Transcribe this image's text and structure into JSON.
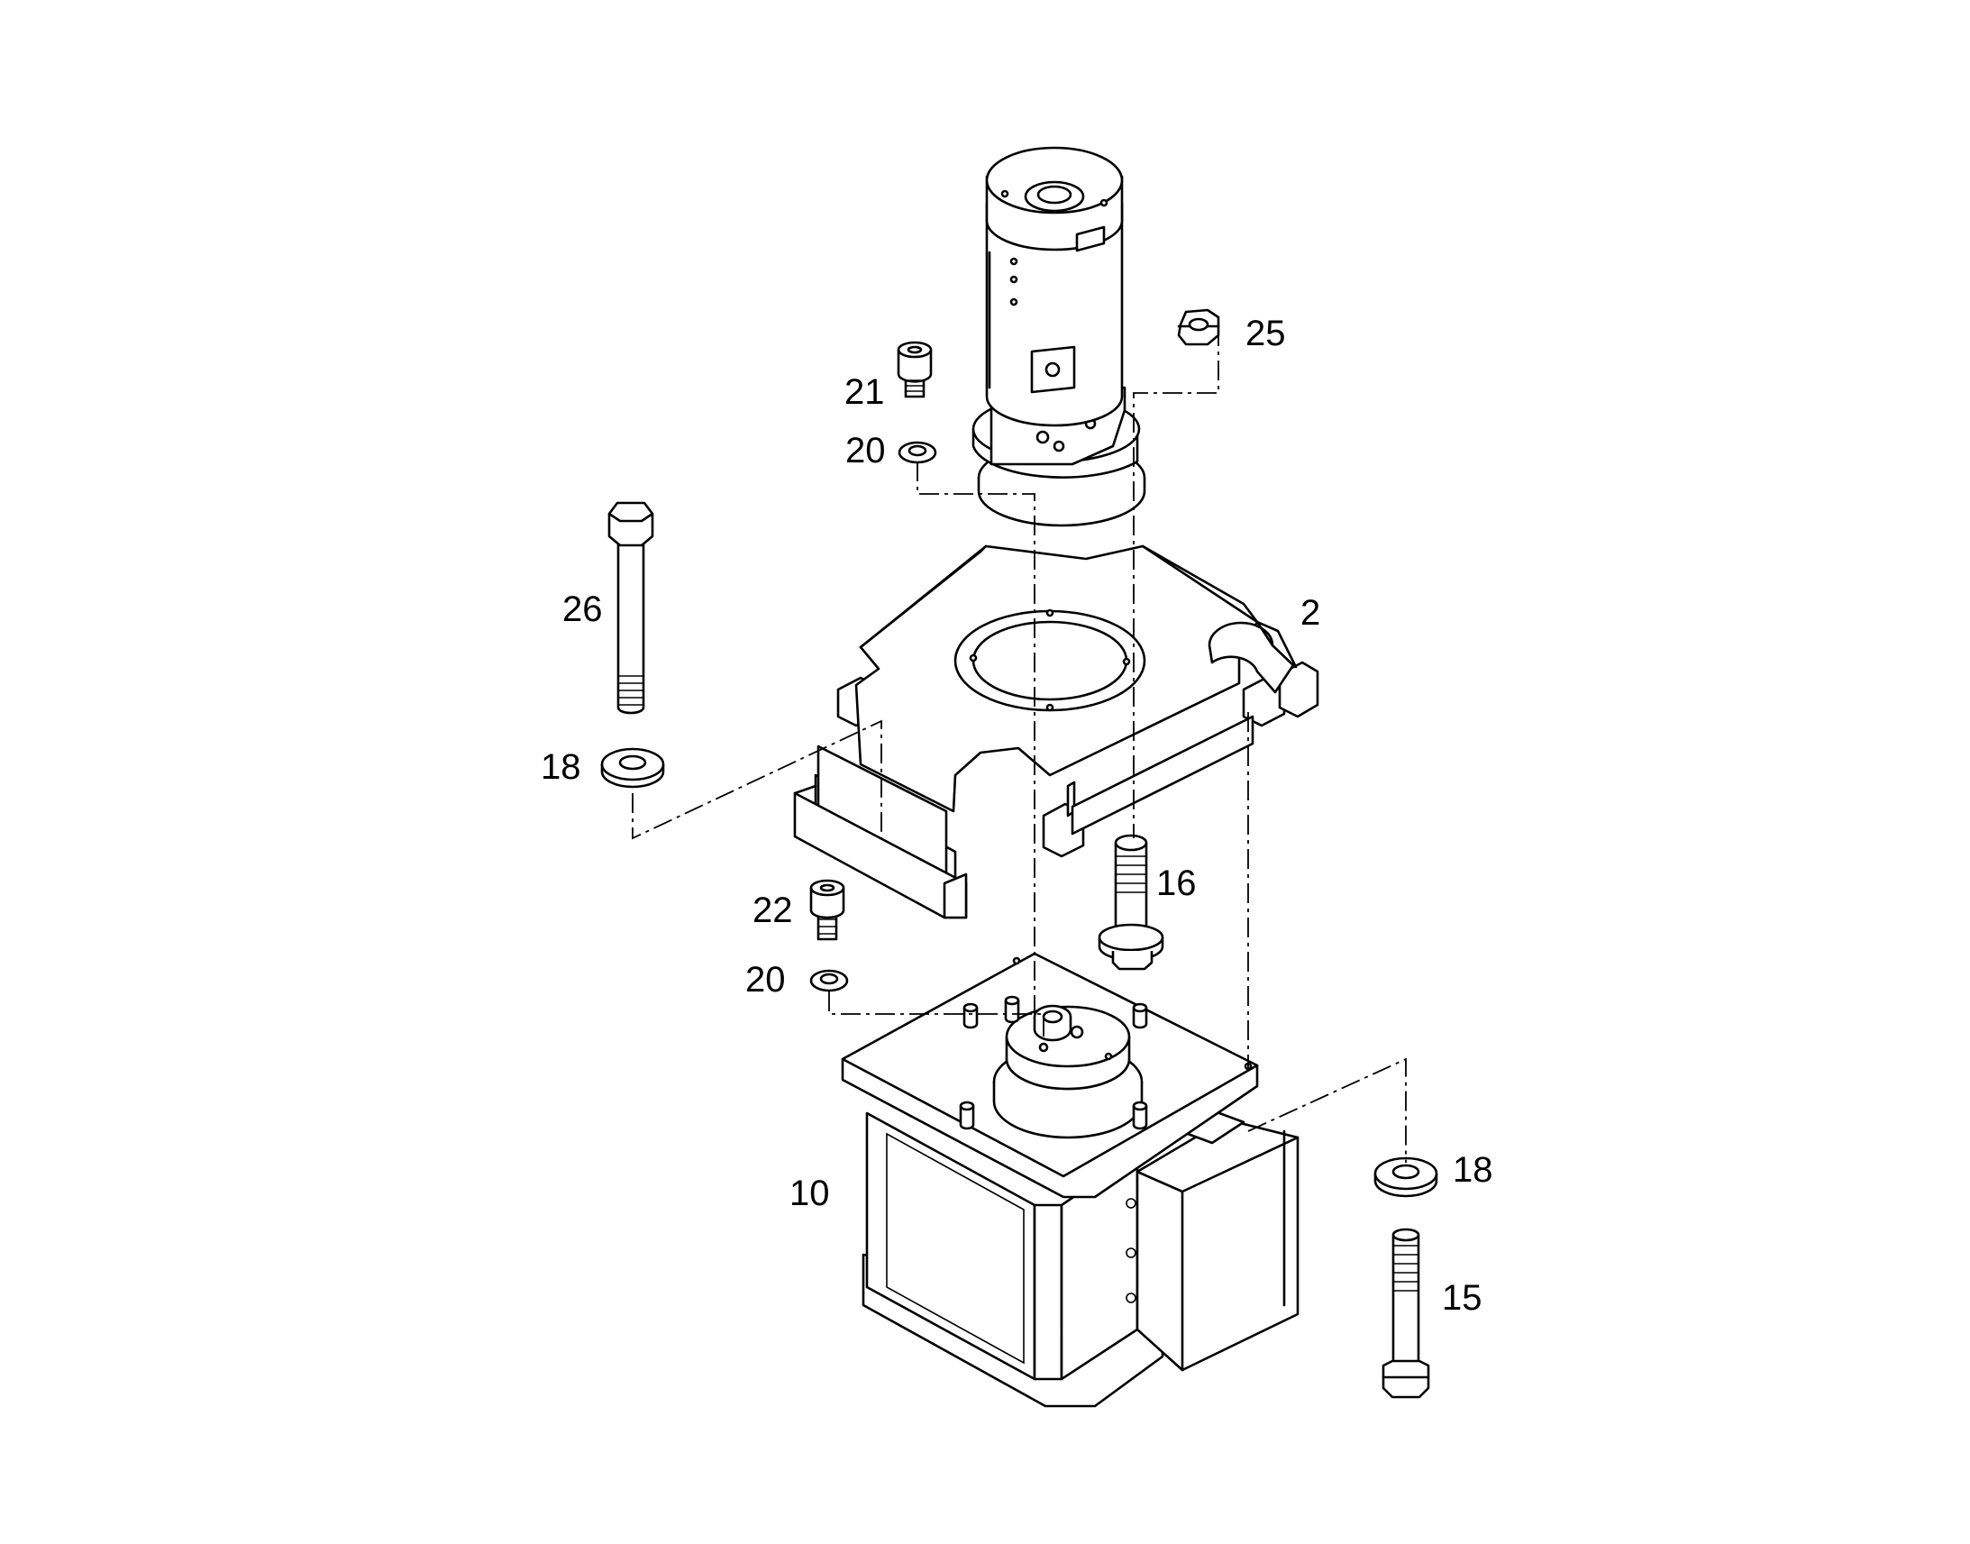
{
  "callouts": {
    "c2": "2",
    "c10": "10",
    "c15": "15",
    "c16": "16",
    "c18a": "18",
    "c18b": "18",
    "c20a": "20",
    "c20b": "20",
    "c21": "21",
    "c22": "22",
    "c25": "25",
    "c26": "26"
  }
}
